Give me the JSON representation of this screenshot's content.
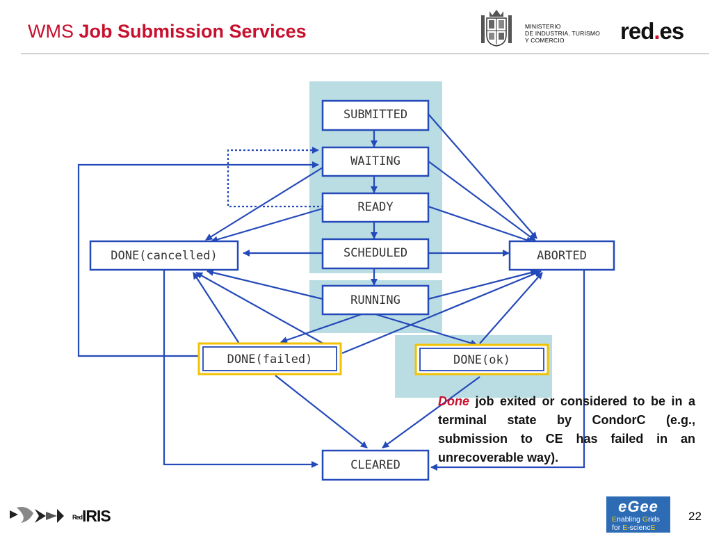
{
  "header": {
    "title_light": "WMS",
    "title_bold": "Job Submission Services",
    "ministry_lines": [
      "MINISTERIO",
      "DE INDUSTRIA, TURISMO",
      "Y COMERCIO"
    ],
    "brand_red": "red",
    "brand_dot": ".",
    "brand_es": "es"
  },
  "diagram": {
    "states": {
      "submitted": "SUBMITTED",
      "waiting": "WAITING",
      "ready": "READY",
      "scheduled": "SCHEDULED",
      "running": "RUNNING",
      "done_cancelled": "DONE(cancelled)",
      "aborted": "ABORTED",
      "done_failed": "DONE(failed)",
      "done_ok": "DONE(ok)",
      "cleared": "CLEARED"
    },
    "colors": {
      "arrow": "#2449b8",
      "node_border": "#2449b8",
      "highlight_border": "#f2c200",
      "panel": "#b9dde3"
    }
  },
  "note": {
    "keyword": "Done",
    "text": " job exited or considered to be in a terminal state by CondorC (e.g., submission to CE has failed in an unrecoverable way)."
  },
  "footer": {
    "rediris_red": "Red",
    "rediris": "IRIS",
    "egee_logo": "eGee",
    "egee_line1_parts": [
      "E",
      "nabling ",
      "G",
      "rids"
    ],
    "egee_line2_parts": [
      "for ",
      "E",
      "-scienc",
      "E"
    ],
    "page_number": "22"
  }
}
